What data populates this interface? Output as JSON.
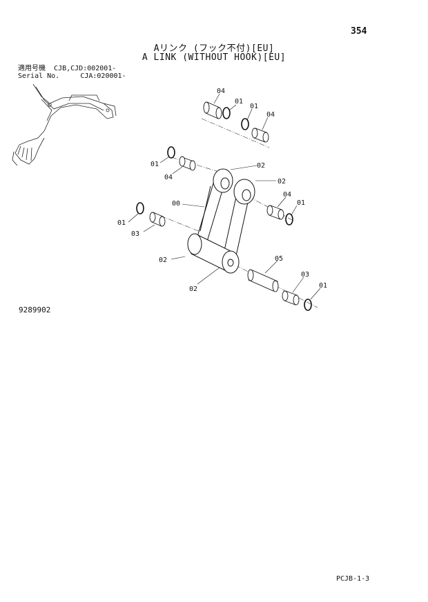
{
  "page_number": "354",
  "title": {
    "japanese": "Aリンク (フック不付)[EU]",
    "english": "A LINK (WITHOUT HOOK)[EU]"
  },
  "serial": {
    "line1_label": "適用号機",
    "line1_value": "CJB,CJD:002001-",
    "line2_label": "Serial No.",
    "line2_value": "CJA:020001-"
  },
  "part_labels": {
    "p00": "00",
    "p01": "01",
    "p02": "02",
    "p03": "03",
    "p04": "04",
    "p05": "05"
  },
  "doc_id": "9289902",
  "footer_code": "PCJB-1-3"
}
